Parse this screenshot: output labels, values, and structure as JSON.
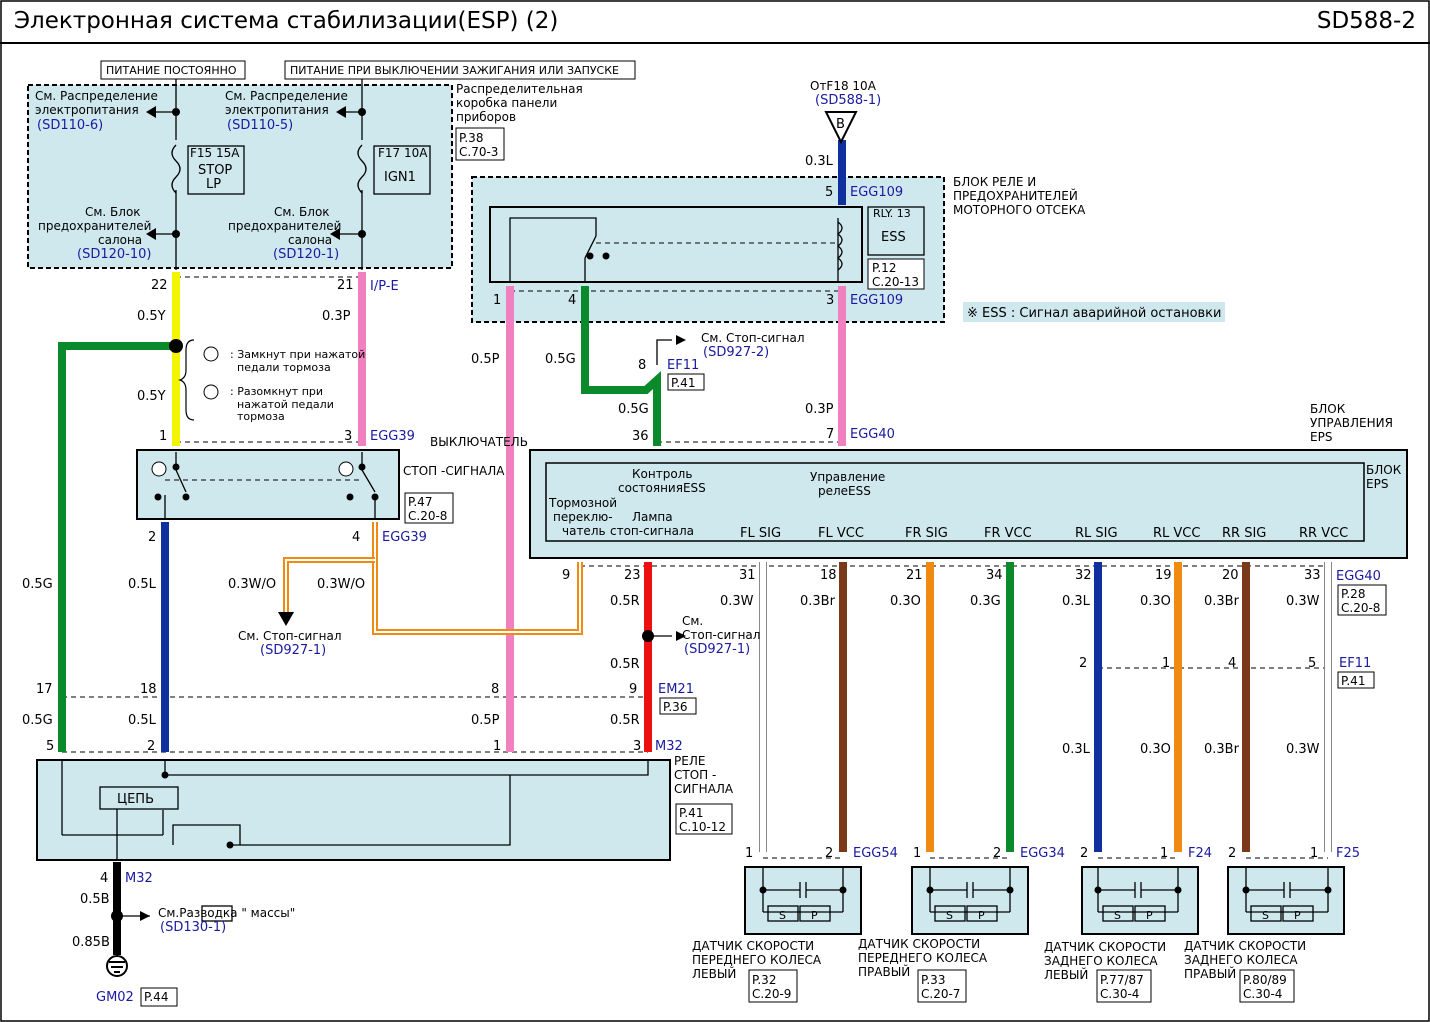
{
  "header": {
    "title": "Электронная  система  стабилизации(ESP) (2)",
    "code": "SD588-2"
  },
  "top_labels": {
    "power_const": "ПИТАНИЕ  ПОСТОЯННО",
    "power_ign": "ПИТАНИЕ  ПРИ  ВЫКЛЮЧЕНИИ   ЗАЖИГАНИЯ   ИЛИ ЗАПУСКЕ"
  },
  "fusebox": {
    "see_dist1_a": "См. Распределение",
    "see_dist1_b": "электропитания",
    "see_dist1_ref": "(SD110-6)",
    "see_dist2_a": "См. Распределение",
    "see_dist2_b": "электропитания",
    "see_dist2_ref": "(SD110-5)",
    "fuse1_name": "F15 15A",
    "fuse1_l1": "STOP",
    "fuse1_l2": "LP",
    "fuse2_name": "F17 10A",
    "fuse2_l1": "IGN1",
    "blk1_a": "См. Блок",
    "blk1_b": "предохранителей",
    "blk1_c": "салона",
    "blk1_ref": "(SD120-10)",
    "blk2_a": "См. Блок",
    "blk2_b": "предохранителей",
    "blk2_c": "салона",
    "blk2_ref": "(SD120-1)",
    "name_a": "Распределительная",
    "name_b": "коробка   панели",
    "name_c": "приборов",
    "page": "P.38",
    "sect": "C.70-3"
  },
  "feed": {
    "from": "OтF18 10A",
    "ref": "(SD588-1)",
    "conn": "B"
  },
  "relay_box": {
    "name_a": "БЛОК  РЕЛЕ  И",
    "name_b": "ПРЕДОХРАНИТЕЛЕЙ",
    "name_c": "МОТОРНОГО   ОТСЕКА",
    "rly": "RLY. 13",
    "ess": "ESS",
    "page": "P.12",
    "sect": "C.20-13",
    "note": "※ ESS : Сигнал аварийной остановки"
  },
  "stop_switch": {
    "name_a": "ВЫКЛЮЧАТЕЛЬ",
    "name_b": "СТОП -СИГНАЛА",
    "page": "P.47",
    "sect": "C.20-8",
    "a_label": ": Замкнут  при нажатой",
    "a_label2": "педали тормоза",
    "b_label": ": Разомкнут  при",
    "b_label2": "нажатой педали",
    "b_label3": "тормоза"
  },
  "ecu": {
    "outer": "БЛОК",
    "outer2": "УПРАВЛЕНИЯ",
    "outer3": "EPS",
    "inner": "БЛОК",
    "inner2": "EPS",
    "ess_ctrl_a": "Контроль",
    "ess_ctrl_b": "состоянияESS",
    "ess_rly_a": "Управление",
    "ess_rly_b": "релеESS",
    "brake_a": "Тормозной",
    "brake_b": "переклю-",
    "brake_c": "чатель",
    "lamp_a": "Лампа",
    "lamp_b": "стоп-сигнала",
    "pins": [
      "FL SIG",
      "FL VCC",
      "FR SIG",
      "FR VCC",
      "RL SIG",
      "RL VCC",
      "RR SIG",
      "RR VCC"
    ],
    "conn": "EGG40",
    "page": "P.28",
    "sect": "C.20-8"
  },
  "connectors": {
    "ip_e": "I/P-E",
    "egg39": "EGG39",
    "egg39b": "EGG39",
    "egg109a": "EGG109",
    "egg109b": "EGG109",
    "egg40": "EGG40",
    "ef11": "EF11",
    "ef11_page": "P.41",
    "em21": "EM21",
    "em21_page": "P.36",
    "m32": "M32",
    "m32b": "M32",
    "ef11b": "EF11",
    "ef11b_page": "P.41",
    "egg54": "EGG54",
    "egg34": "EGG34",
    "f24": "F24",
    "f25": "F25"
  },
  "stop_refs": {
    "a": "См. Стоп-сигнал",
    "a_ref": "(SD927-2)",
    "b": "См. Стоп-сигнал",
    "b_ref": "(SD927-1)",
    "c1": "См.",
    "c2": "Стоп-сигнал",
    "c_ref": "(SD927-1)"
  },
  "relay": {
    "chain": "ЦЕПЬ",
    "name_a": "РЕЛЕ",
    "name_b": "СТОП -",
    "name_c": "СИГНАЛА",
    "page": "P.41",
    "sect": "C.10-12"
  },
  "ground": {
    "a": "См.Разводка \" массы\"",
    "ref": "(SD130-1)",
    "gnd": "GM02",
    "page": "P.44"
  },
  "wires": {
    "w05y": "0.5Y",
    "w05y2": "0.5Y",
    "w03p": "0.3P",
    "w05p": "0.5P",
    "w05p2": "0.5P",
    "w05g": "0.5G",
    "w05g2": "0.5G",
    "w05g3": "0.5G",
    "w05g4": "0.5G",
    "w03l": "0.3L",
    "w05l": "0.5L",
    "w05l2": "0.5L",
    "w03wo": "0.3W/O",
    "w03wo2": "0.3W/O",
    "w05r": "0.5R",
    "w05r2": "0.5R",
    "w05r3": "0.5R",
    "w03p2": "0.3P",
    "w03w": "0.3W",
    "w03br": "0.3Br",
    "w03o": "0.3O",
    "w03g": "0.3G",
    "w03l2": "0.3L",
    "w03o2": "0.3O",
    "w03br2": "0.3Br",
    "w03w2": "0.3W",
    "w03l3": "0.3L",
    "w03o3": "0.3O",
    "w03br3": "0.3Br",
    "w03w3": "0.3W",
    "w05b": "0.5B",
    "w085b": "0.85B"
  },
  "pins_num": {
    "p22": "22",
    "p21": "21",
    "p5": "5",
    "p1": "1",
    "p4": "4",
    "p3": "3",
    "p8": "8",
    "p36": "36",
    "p7": "7",
    "p1b": "1",
    "p3b": "3",
    "p2": "2",
    "p4b": "4",
    "p9": "9",
    "p23": "23",
    "p31": "31",
    "p18": "18",
    "p21b": "21",
    "p34": "34",
    "p32": "32",
    "p19": "19",
    "p20": "20",
    "p33": "33",
    "p17": "17",
    "p18b": "18",
    "p8b": "8",
    "p9b": "9",
    "p5b": "5",
    "p2b": "2",
    "p1c": "1",
    "p3c": "3",
    "p2c": "2",
    "p1d": "1",
    "p4c": "4",
    "p5c": "5",
    "p4d": "4",
    "s1a": "1",
    "s2a": "2",
    "s1b": "1",
    "s2b": "2",
    "s2c": "2",
    "s1c": "1",
    "s2d": "2",
    "s1d": "1",
    "sp": "S",
    "pp": "P"
  },
  "sensors": [
    {
      "a": "ДАТЧИК  СКОРОСТИ",
      "b": "ПЕРЕДНЕГО   КОЛЕСА",
      "c": "ЛЕВЫЙ",
      "page": "P.32",
      "sect": "C.20-9"
    },
    {
      "a": "ДАТЧИК  СКОРОСТИ",
      "b": "ПЕРЕДНЕГО   КОЛЕСА",
      "c": "ПРАВЫЙ",
      "page": "P.33",
      "sect": "C.20-7"
    },
    {
      "a": "ДАТЧИК  СКОРОСТИ",
      "b": "ЗАДНЕГО    КОЛЕСА",
      "c": "ЛЕВЫЙ",
      "page": "P.77/87",
      "sect": "C.30-4"
    },
    {
      "a": "ДАТЧИК  СКОРОСТИ",
      "b": "ЗАДНЕГО    КОЛЕСА",
      "c": "ПРАВЫЙ",
      "page": "P.80/89",
      "sect": "C.30-4"
    }
  ],
  "colors": {
    "yellow": "#f4f400",
    "pink": "#f080c0",
    "green": "#0a8a2a",
    "blue": "#1030a0",
    "red": "#ee1010",
    "brown": "#7a3a1a",
    "orange": "#f08a10",
    "box": "#cfe8ee"
  }
}
